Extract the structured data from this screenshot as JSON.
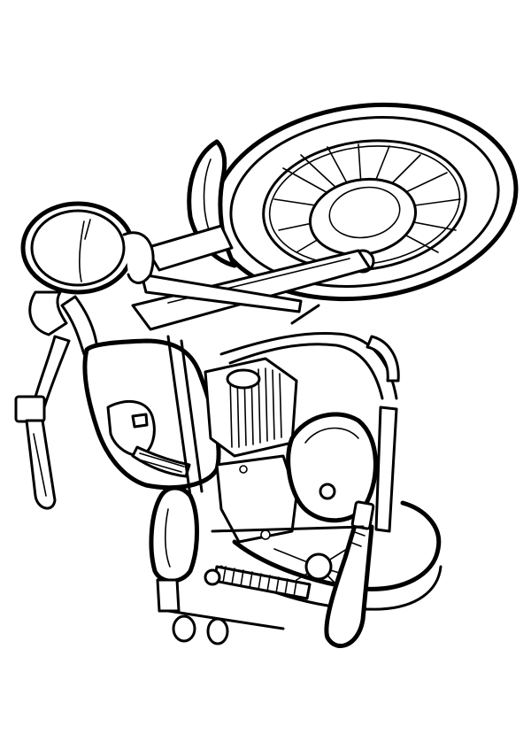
{
  "page": {
    "background_color": "#ffffff",
    "ink_color": "#000000"
  },
  "illustration": {
    "subject": "motorcycle-line-art",
    "parts": [
      "front-wheel",
      "rear-wheel",
      "headlight",
      "handlebar",
      "fuel-tank",
      "engine",
      "exhaust-pipe",
      "rear-shock-spring",
      "front-fender"
    ]
  },
  "watermark": {
    "text": ""
  }
}
